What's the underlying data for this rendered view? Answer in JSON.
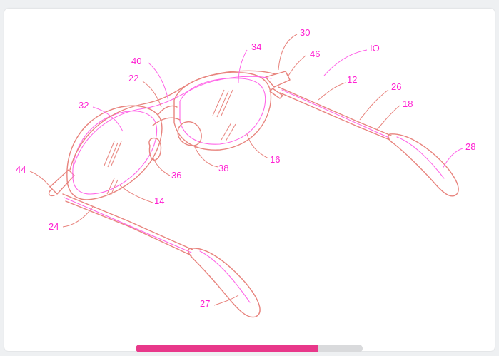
{
  "labels": {
    "l30": "30",
    "l34": "34",
    "l46": "46",
    "l10": "IO",
    "l40": "40",
    "l22": "22",
    "l12": "12",
    "l26": "26",
    "l32": "32",
    "l18": "18",
    "l28": "28",
    "l16": "16",
    "l38": "38",
    "l36": "36",
    "l44": "44",
    "l14": "14",
    "l24": "24",
    "l27": "27"
  },
  "colors": {
    "label": "#ff1fd2",
    "line": "#e8847e",
    "progress_fill": "#e8388a",
    "progress_track": "#d9dadc"
  },
  "progress": {
    "fraction": 0.805
  }
}
